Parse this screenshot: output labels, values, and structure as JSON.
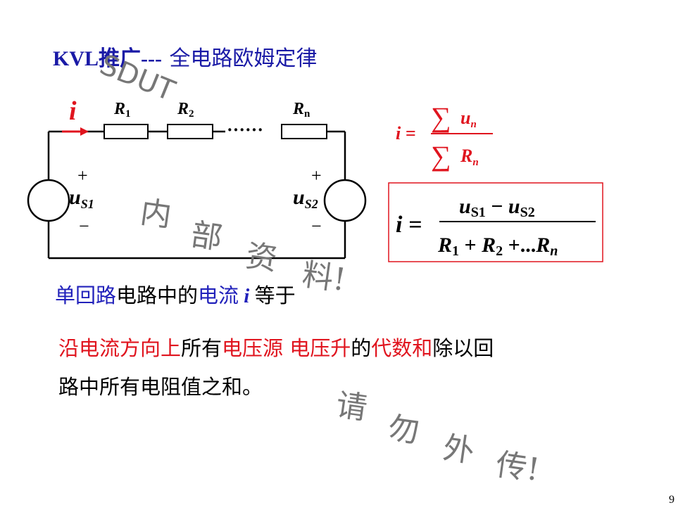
{
  "title": {
    "kvl": "KVL推广---",
    "rest": "全电路欧姆定律"
  },
  "circuit": {
    "current_label": "i",
    "r1": "R",
    "r1_sub": "1",
    "r2": "R",
    "r2_sub": "2",
    "rn": "R",
    "rn_sub": "n",
    "dots": "······",
    "src1_plus": "+",
    "src1_minus": "−",
    "src1_u": "u",
    "src1_sub": "S1",
    "src2_plus": "+",
    "src2_minus": "−",
    "src2_u": "u",
    "src2_sub": "S2"
  },
  "formula1": {
    "lhs": "i =",
    "sum": "∑",
    "num_var": "u",
    "num_sub": "n",
    "den_var": "R",
    "den_sub": "n"
  },
  "formula2": {
    "lhs": "i =",
    "numerator": [
      "u",
      "S1",
      " − ",
      "u",
      "S2"
    ],
    "denominator": [
      "R",
      "1",
      " + ",
      "R",
      "2",
      " +...",
      "R",
      "n"
    ]
  },
  "text_line1": [
    {
      "text": "单回路",
      "color": "blue"
    },
    {
      "text": "电路中的",
      "color": "black"
    },
    {
      "text": "电流",
      "color": "blue"
    },
    {
      "text": " i ",
      "color": "blue",
      "italic": true
    },
    {
      "text": "等于",
      "color": "black"
    }
  ],
  "text_line2": [
    {
      "text": "沿电流方向上",
      "color": "red"
    },
    {
      "text": "所有",
      "color": "black"
    },
    {
      "text": "电压源 电压升",
      "color": "red"
    },
    {
      "text": "的",
      "color": "black"
    },
    {
      "text": "代数和",
      "color": "red"
    },
    {
      "text": "除以回",
      "color": "black"
    }
  ],
  "text_line3": "路中所有电阻值之和。",
  "watermark": {
    "sdut": "SDUT",
    "chars1": [
      "内",
      "部",
      "资",
      "料!"
    ],
    "chars2": [
      "请",
      "勿",
      "外",
      "传!"
    ]
  },
  "page_number": "9",
  "colors": {
    "blue": "#2222bb",
    "red": "#e0141e",
    "title": "#1a1aa6"
  }
}
